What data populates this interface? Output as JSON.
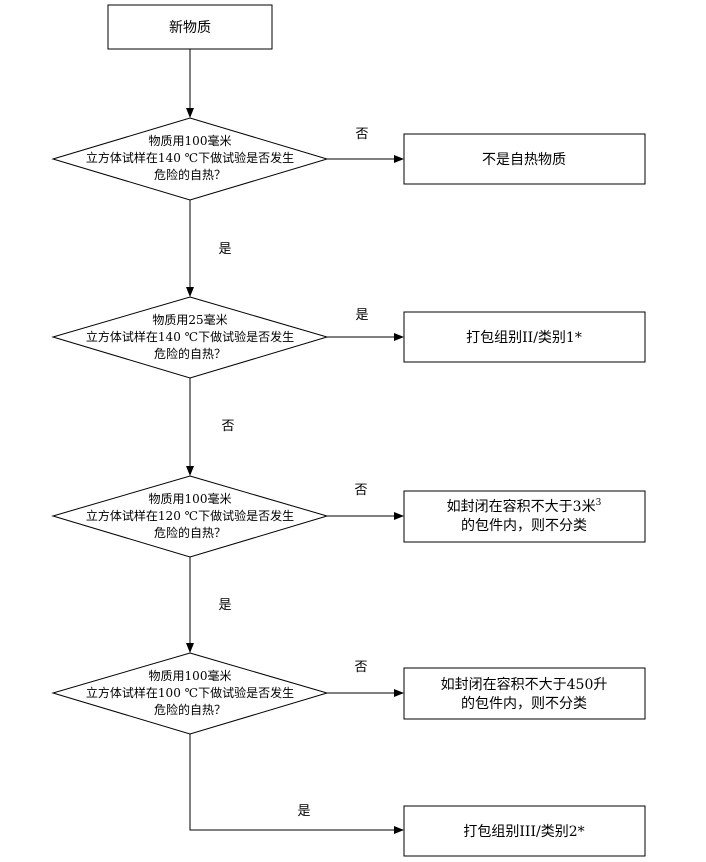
{
  "start": {
    "label": "新物质"
  },
  "decisions": [
    {
      "line1": "物质用100毫米",
      "line2": "立方体试样在140 ℃下做试验是否发生",
      "line3": "危险的自热？"
    },
    {
      "line1": "物质用25毫米",
      "line2": "立方体试样在140 ℃下做试验是否发生",
      "line3": "危险的自热？"
    },
    {
      "line1": "物质用100毫米",
      "line2": "立方体试样在120 ℃下做试验是否发生",
      "line3": "危险的自热？"
    },
    {
      "line1": "物质用100毫米",
      "line2": "立方体试样在100 ℃下做试验是否发生",
      "line3": "危险的自热？"
    }
  ],
  "outcomes": [
    {
      "line1": "不是自热物质"
    },
    {
      "line1": "打包组别II/类别1*"
    },
    {
      "line1": "如封闭在容积不大于3米",
      "superscript": "3",
      "line2": "的包件内，则不分类"
    },
    {
      "line1": "如封闭在容积不大于450升",
      "line2": "的包件内，则不分类"
    },
    {
      "line1": "打包组别III/类别2*"
    }
  ],
  "edge_labels": {
    "d1_right": "否",
    "d1_down": "是",
    "d2_right": "是",
    "d2_down": "否",
    "d3_right": "否",
    "d3_down": "是",
    "d4_right": "否",
    "d4_down": "是"
  }
}
